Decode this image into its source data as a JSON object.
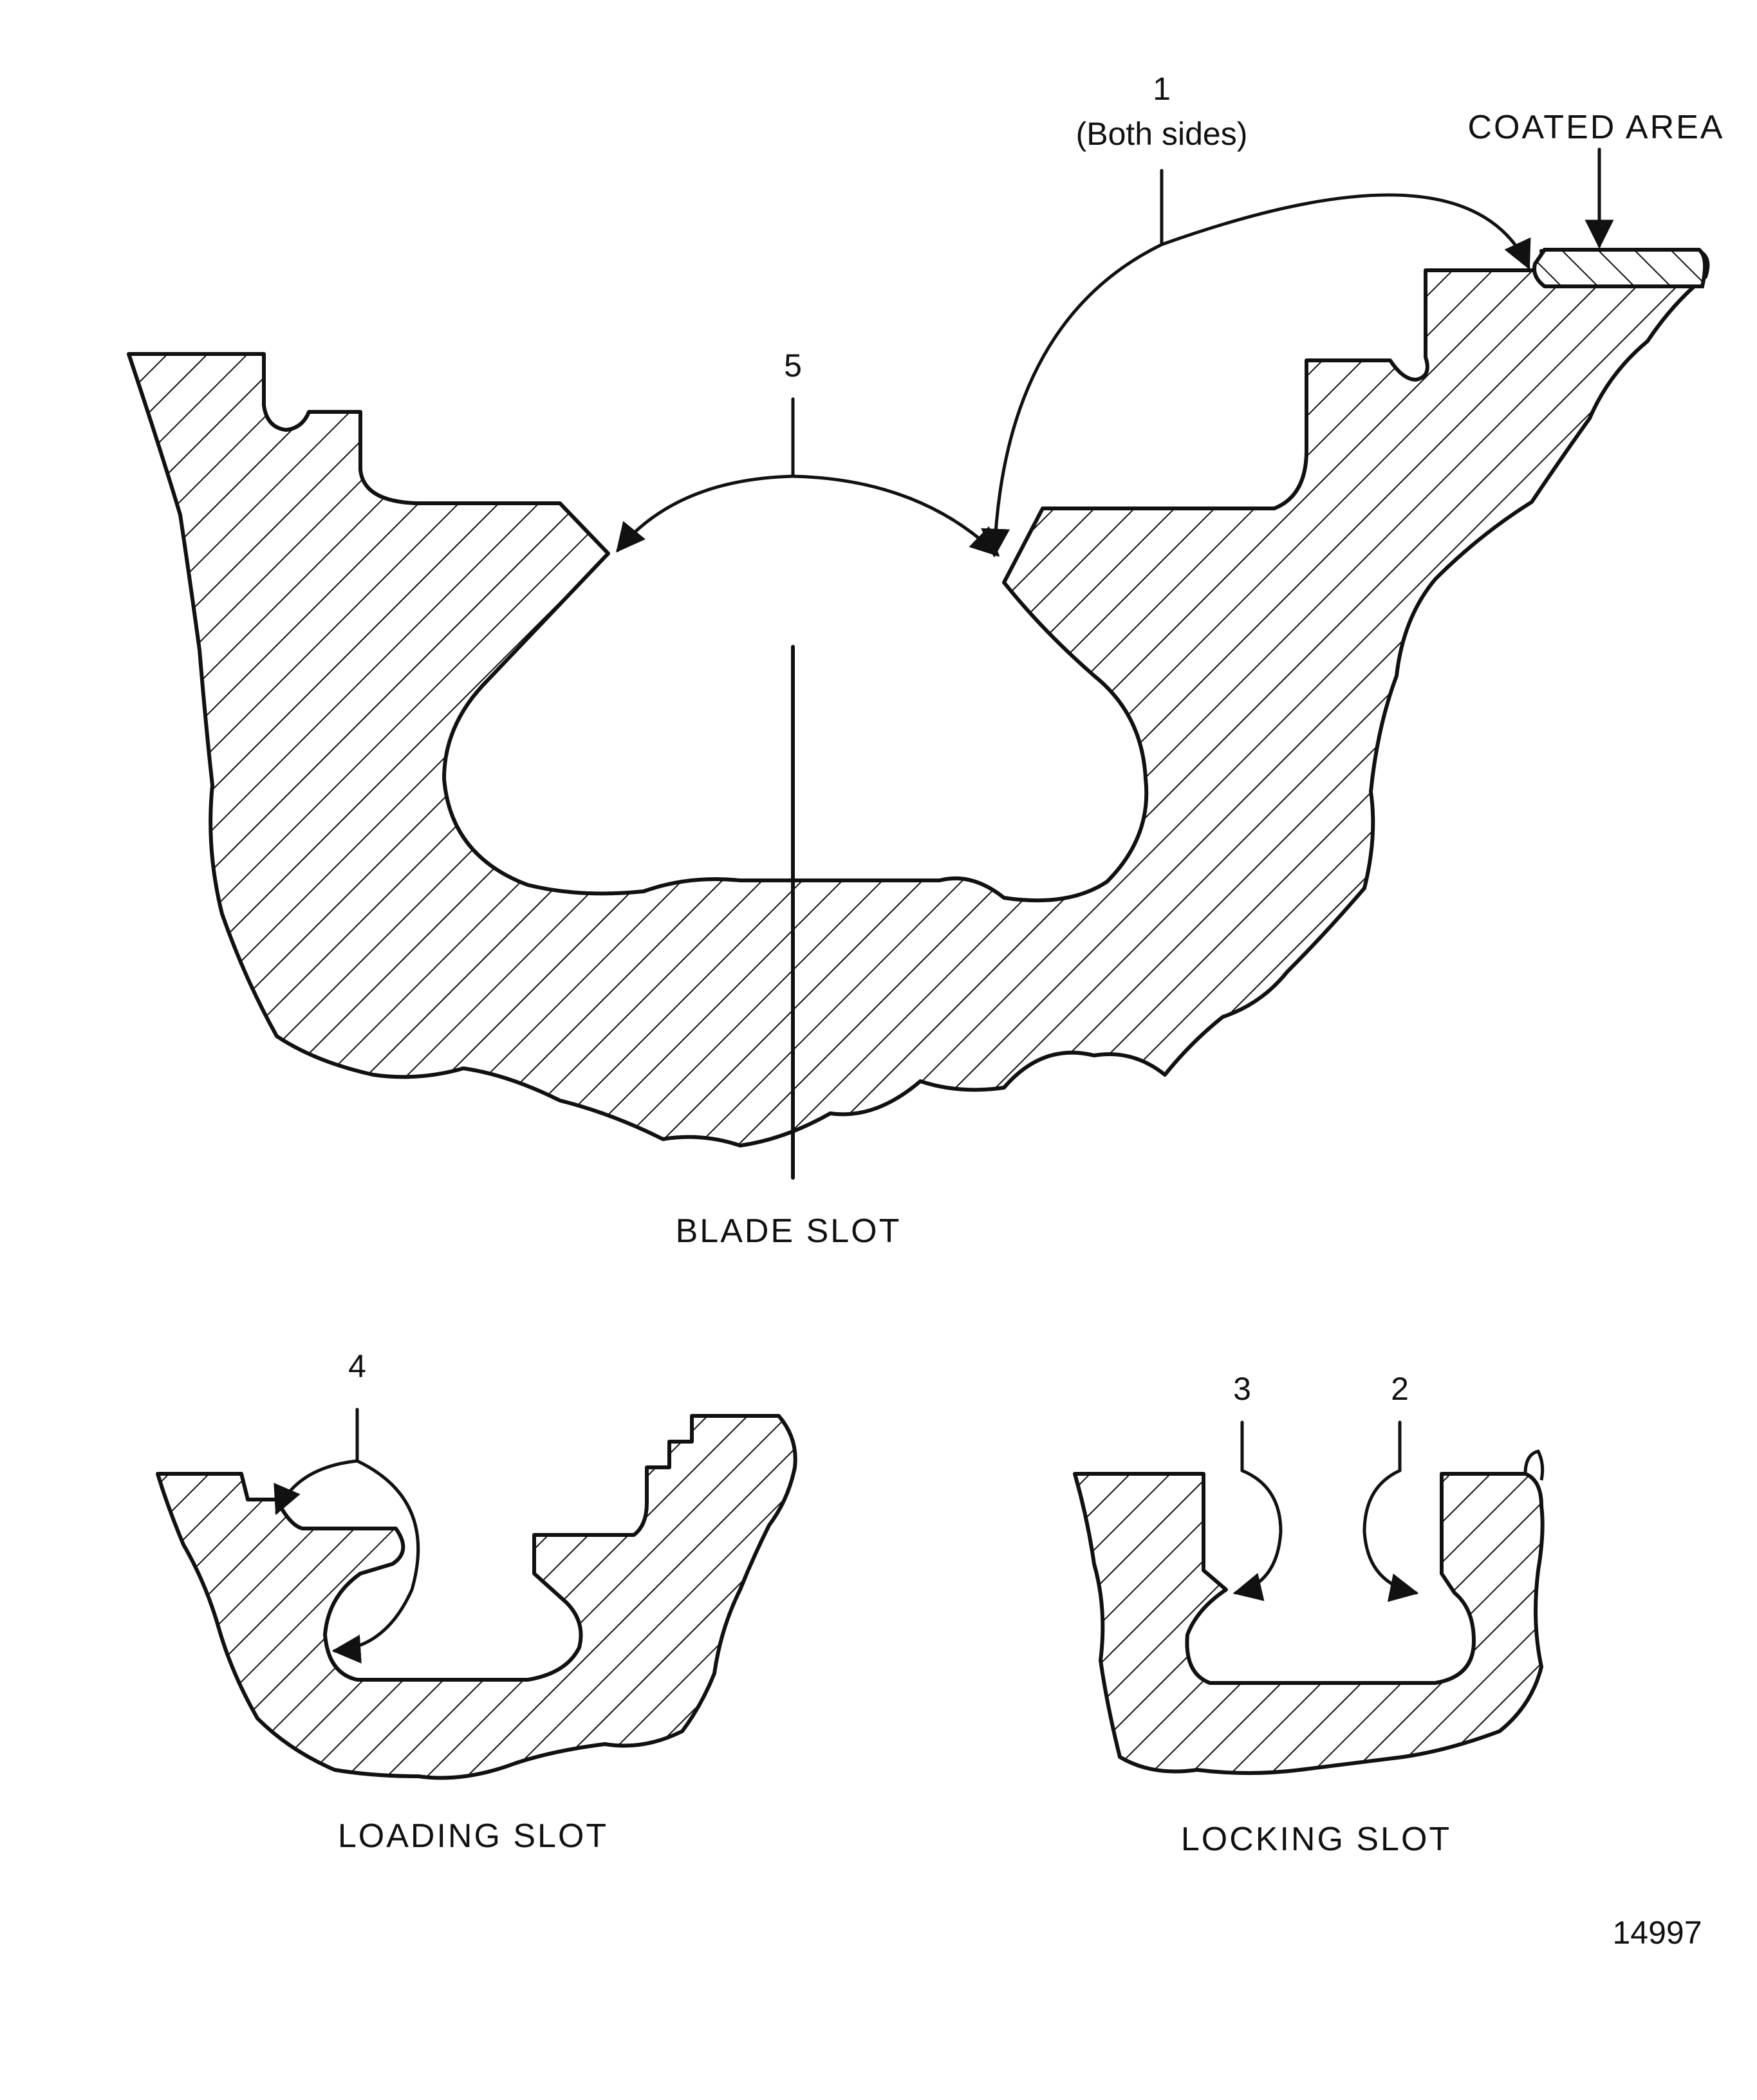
{
  "figure_number": "14997",
  "blade_slot": {
    "caption": "BLADE SLOT",
    "callout_5": "5",
    "callout_1_number": "1",
    "callout_1_note": "(Both sides)",
    "coated_area_label": "COATED AREA"
  },
  "loading_slot": {
    "caption": "LOADING SLOT",
    "callout_4": "4"
  },
  "locking_slot": {
    "caption": "LOCKING SLOT",
    "callout_3": "3",
    "callout_2": "2"
  }
}
